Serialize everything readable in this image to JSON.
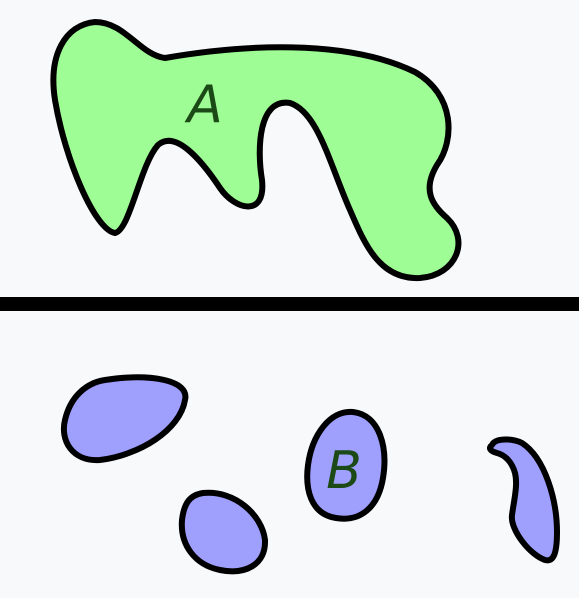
{
  "diagram": {
    "background_color": "#f8f9fb",
    "divider_color": "#000000",
    "outline_color": "#000000",
    "region_a": {
      "label": "A",
      "fill": "#9efe95",
      "label_color": "#1c4a16",
      "shape_count": 1
    },
    "region_b": {
      "label": "B",
      "fill": "#9f9ffe",
      "label_color": "#1c4a16",
      "shape_count": 4
    }
  }
}
